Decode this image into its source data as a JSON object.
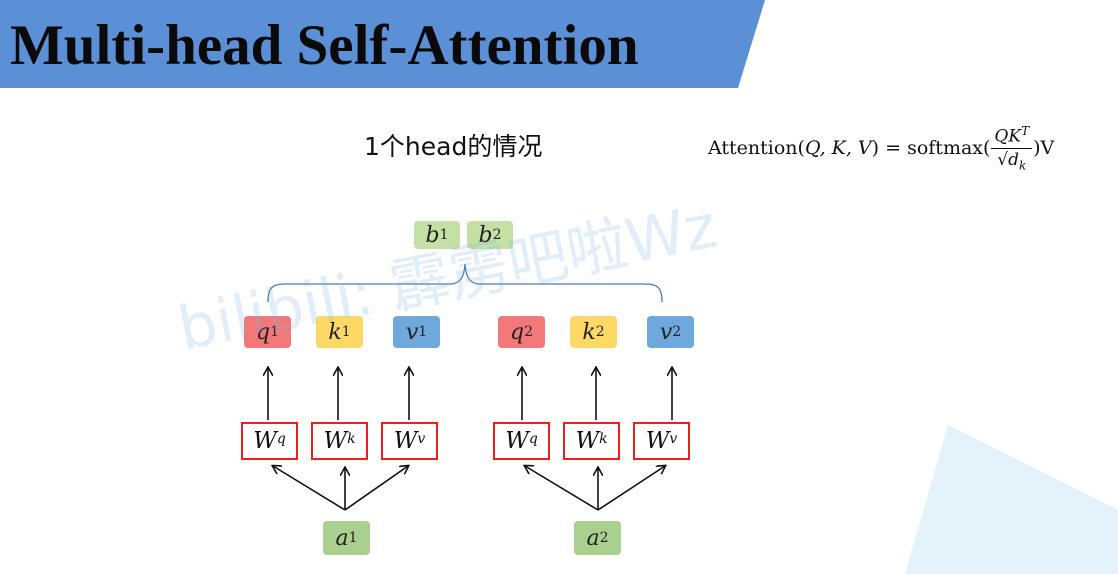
{
  "slide": {
    "title": "Multi-head Self-Attention",
    "subtitle": "1个head的情况",
    "watermark": "bilibili: 霹雳吧啦Wz"
  },
  "formula": {
    "lhs": "Attention(",
    "args": "Q, K, V",
    "eq": ") = softmax(",
    "num": "QK",
    "num_sup": "T",
    "den_root": "√d",
    "den_sub": "k",
    "tail": ")V"
  },
  "diagram": {
    "outputs": [
      {
        "sym": "b",
        "sub": "1"
      },
      {
        "sym": "b",
        "sub": "2"
      }
    ],
    "heads": [
      {
        "input": {
          "sym": "a",
          "sub": "1"
        },
        "weights": [
          {
            "sym": "W",
            "sup": "q"
          },
          {
            "sym": "W",
            "sup": "k"
          },
          {
            "sym": "W",
            "sup": "v"
          }
        ],
        "qkv": [
          {
            "sym": "q",
            "sup": "1",
            "color": "#f4787a"
          },
          {
            "sym": "k",
            "sup": "1",
            "color": "#ffd966"
          },
          {
            "sym": "v",
            "sup": "1",
            "color": "#6ea8dc"
          }
        ]
      },
      {
        "input": {
          "sym": "a",
          "sub": "2"
        },
        "weights": [
          {
            "sym": "W",
            "sup": "q"
          },
          {
            "sym": "W",
            "sup": "k"
          },
          {
            "sym": "W",
            "sup": "v"
          }
        ],
        "qkv": [
          {
            "sym": "q",
            "sup": "2",
            "color": "#f4787a"
          },
          {
            "sym": "k",
            "sup": "2",
            "color": "#ffd966"
          },
          {
            "sym": "v",
            "sup": "2",
            "color": "#6ea8dc"
          }
        ]
      }
    ]
  },
  "colors": {
    "banner": "#5b8fd6",
    "weight_border": "#e8201e",
    "brace": "#4a7bb8",
    "corner_accent": "#e4f3fb"
  }
}
